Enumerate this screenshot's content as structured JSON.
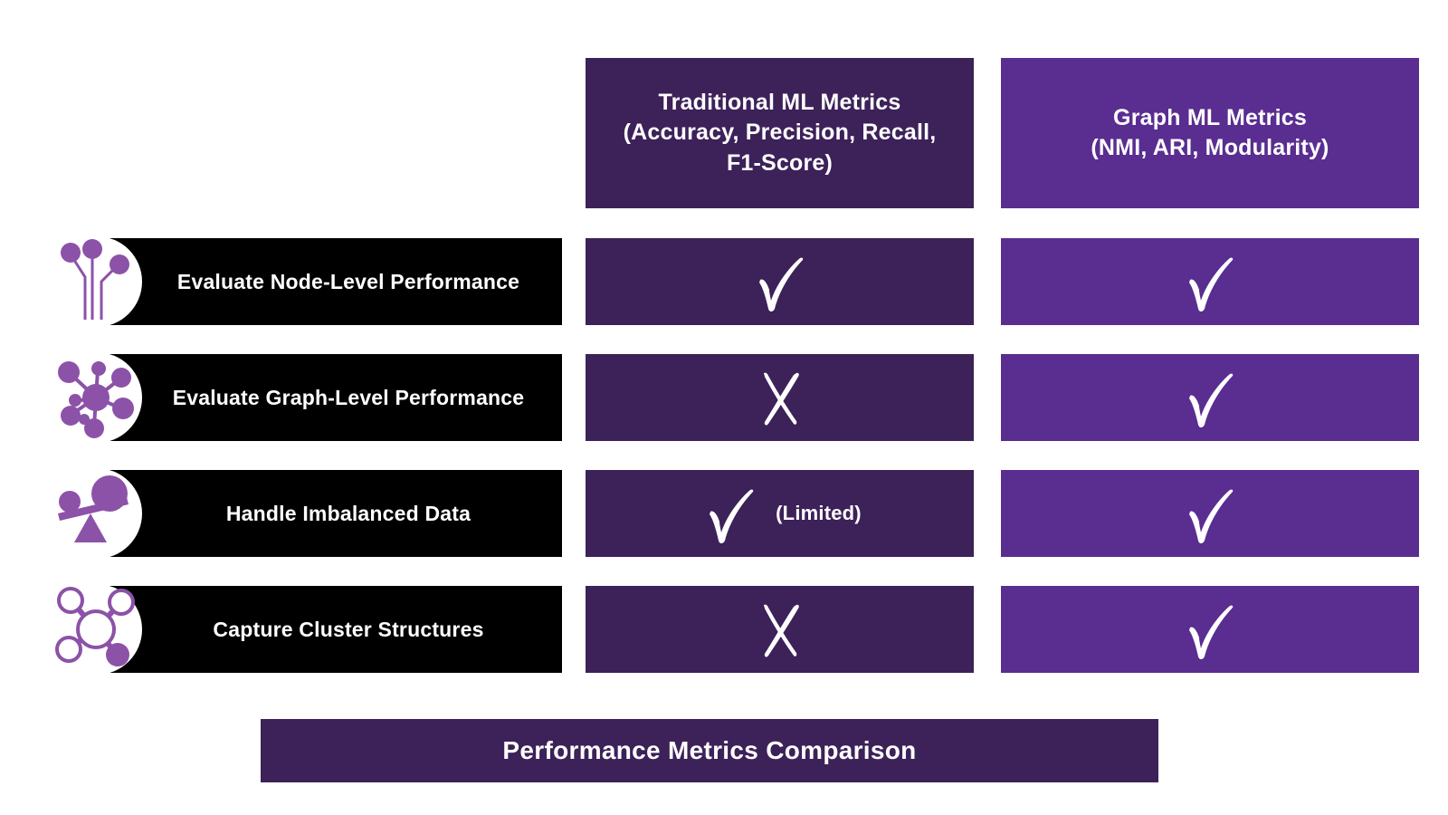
{
  "title": "Performance Metrics Comparison",
  "colors": {
    "traditional_column": "#3d2159",
    "graph_column": "#5a2d91",
    "row_bar": "#000000",
    "icon_purple": "#8c52a8",
    "mark_white": "#ffffff",
    "page_background": "#ffffff"
  },
  "columns": [
    {
      "key": "traditional",
      "line1": "Traditional ML Metrics",
      "line2": "(Accuracy, Precision, Recall,",
      "line3": "F1-Score)"
    },
    {
      "key": "graph",
      "line1": "Graph ML Metrics",
      "line2": "(NMI, ARI, Modularity)",
      "line3": ""
    }
  ],
  "rows": [
    {
      "label": "Evaluate Node-Level Performance",
      "icon": "node-probes-icon",
      "traditional": {
        "mark": "check",
        "note": ""
      },
      "graph": {
        "mark": "check",
        "note": ""
      }
    },
    {
      "label": "Evaluate Graph-Level Performance",
      "icon": "network-nodes-icon",
      "traditional": {
        "mark": "cross",
        "note": ""
      },
      "graph": {
        "mark": "check",
        "note": ""
      }
    },
    {
      "label": "Handle Imbalanced Data",
      "icon": "balance-scale-icon",
      "traditional": {
        "mark": "check",
        "note": "(Limited)"
      },
      "graph": {
        "mark": "check",
        "note": ""
      }
    },
    {
      "label": "Capture Cluster Structures",
      "icon": "cluster-molecule-icon",
      "traditional": {
        "mark": "cross",
        "note": ""
      },
      "graph": {
        "mark": "check",
        "note": ""
      }
    }
  ],
  "footer": {
    "label": "Performance Metrics Comparison"
  }
}
